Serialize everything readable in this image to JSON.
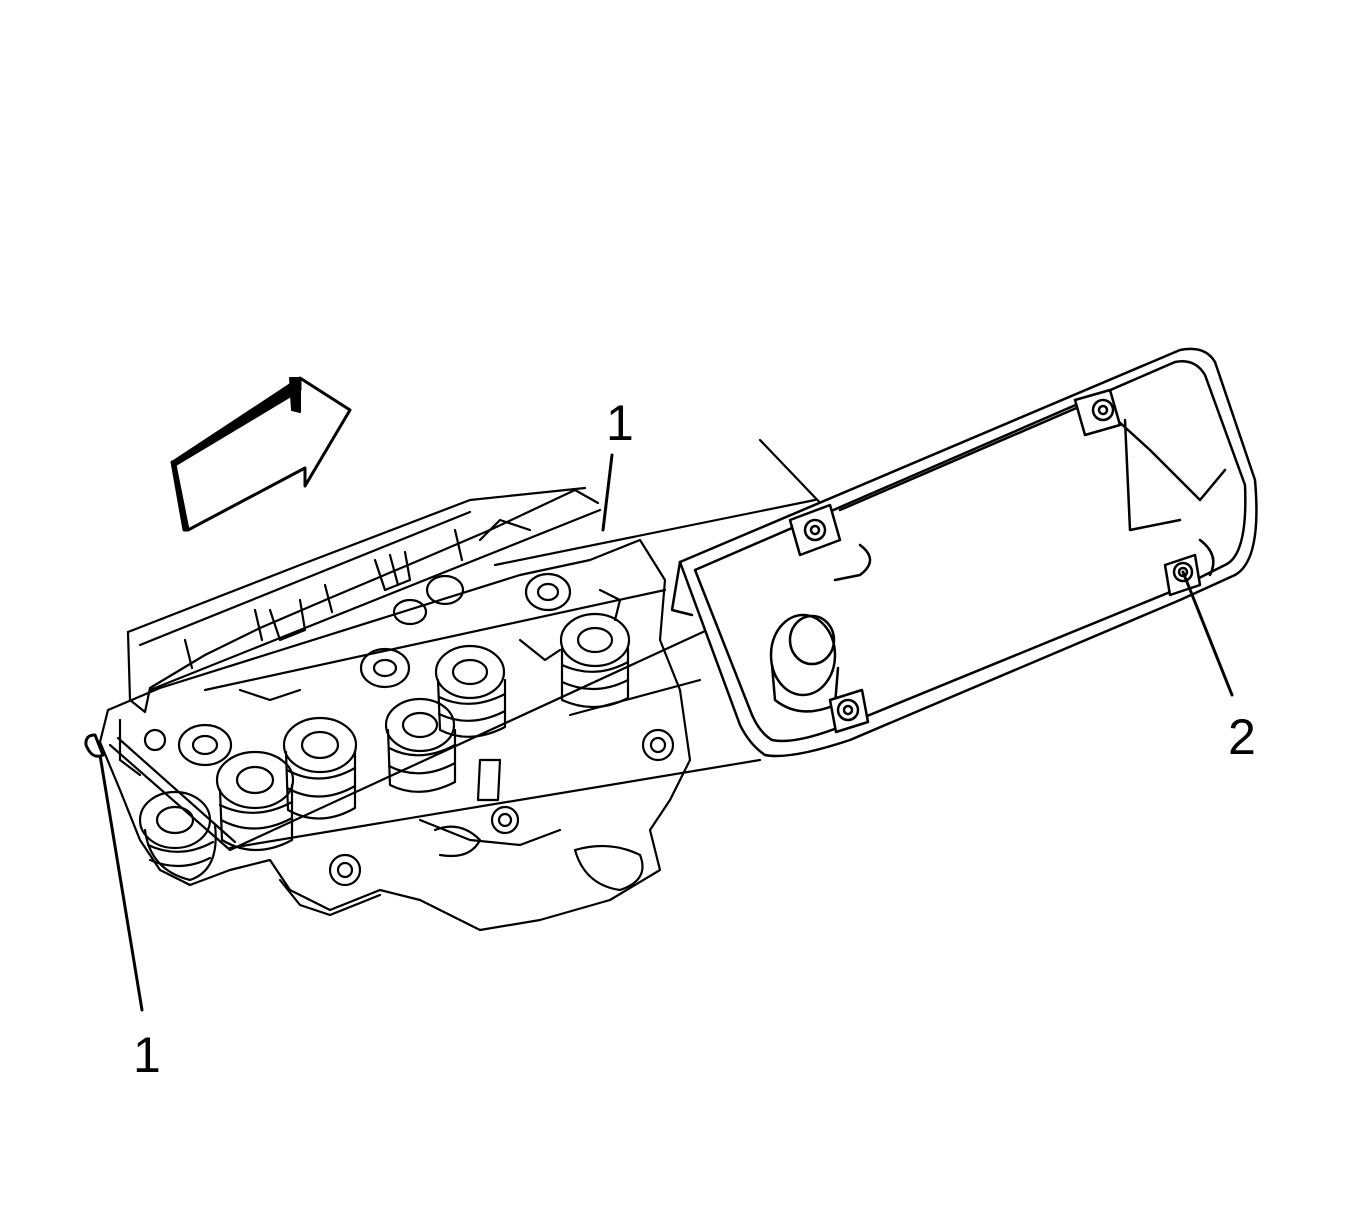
{
  "callouts": {
    "label_1_top": "1",
    "label_1_bottom": "1",
    "label_2": "2"
  },
  "colors": {
    "line": "#000000",
    "background": "#ffffff"
  }
}
